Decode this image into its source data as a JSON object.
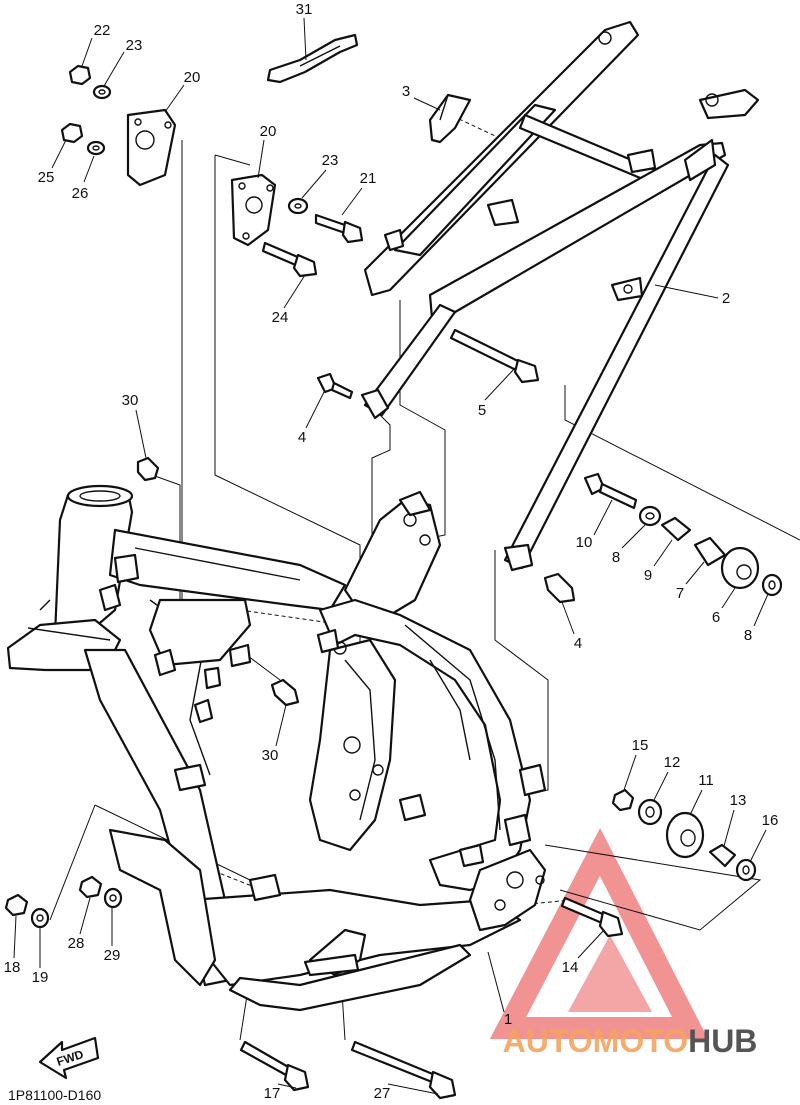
{
  "diagram": {
    "code": "1P81100-D160",
    "fwd_label": "FWD",
    "callouts": [
      {
        "label": "31"
      },
      {
        "label": "22"
      },
      {
        "label": "23"
      },
      {
        "label": "20"
      },
      {
        "label": "3"
      },
      {
        "label": "25"
      },
      {
        "label": "26"
      },
      {
        "label": "20"
      },
      {
        "label": "23"
      },
      {
        "label": "21"
      },
      {
        "label": "24"
      },
      {
        "label": "2"
      },
      {
        "label": "5"
      },
      {
        "label": "4"
      },
      {
        "label": "30"
      },
      {
        "label": "10"
      },
      {
        "label": "8"
      },
      {
        "label": "9"
      },
      {
        "label": "7"
      },
      {
        "label": "6"
      },
      {
        "label": "8"
      },
      {
        "label": "4"
      },
      {
        "label": "30"
      },
      {
        "label": "15"
      },
      {
        "label": "12"
      },
      {
        "label": "11"
      },
      {
        "label": "13"
      },
      {
        "label": "16"
      },
      {
        "label": "14"
      },
      {
        "label": "18"
      },
      {
        "label": "19"
      },
      {
        "label": "28"
      },
      {
        "label": "29"
      },
      {
        "label": "1"
      },
      {
        "label": "17"
      },
      {
        "label": "27"
      }
    ]
  },
  "watermark": {
    "brand": "AUTOMOTOHUB",
    "colors": {
      "accent": "#f08080",
      "dark": "#555555"
    }
  }
}
